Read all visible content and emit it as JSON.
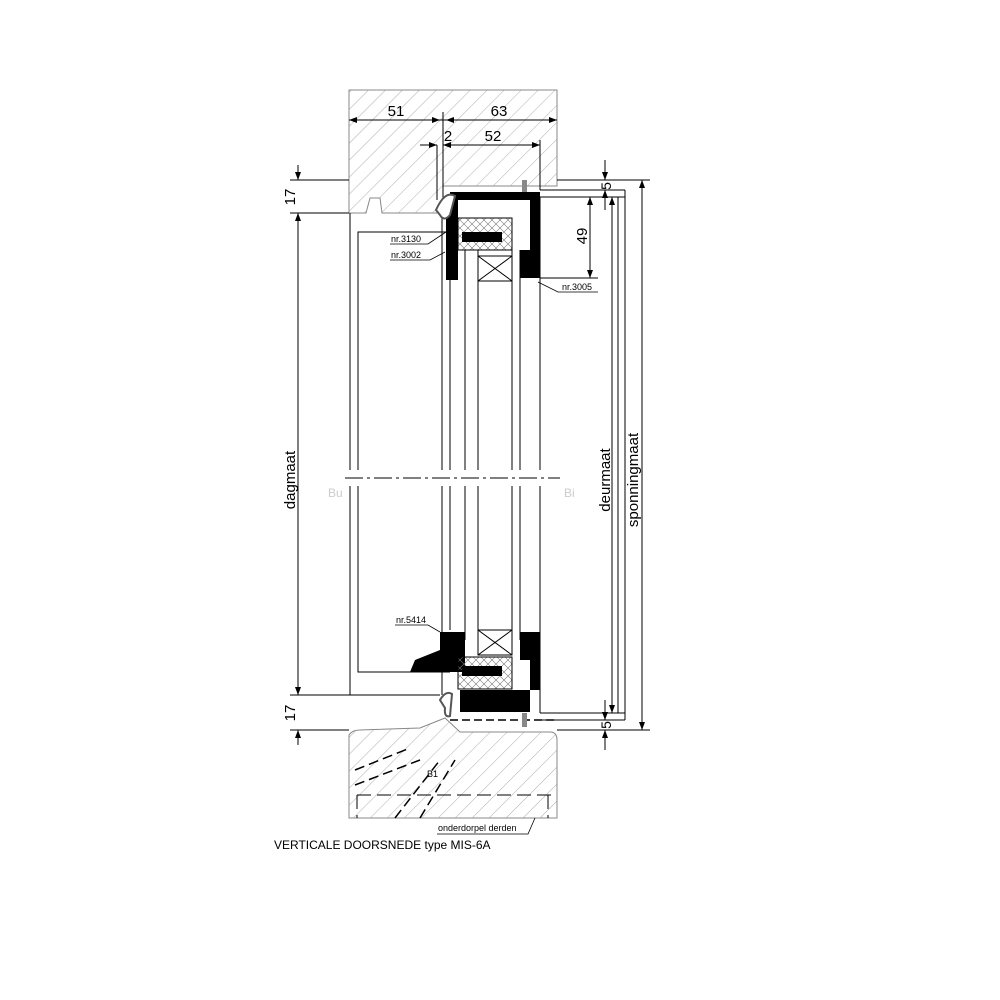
{
  "dimensions": {
    "top_left": "51",
    "top_right": "63",
    "gap": "2",
    "frame_width": "52",
    "right_top_gap": "5",
    "profile_height": "49",
    "left_top": "17",
    "left_bottom": "17",
    "right_bottom_gap": "5",
    "dagmaat": "dagmaat",
    "deurmaat": "deurmaat",
    "sponningmaat": "sponningmaat"
  },
  "labels": {
    "nr3130": "nr.3130",
    "nr3002": "nr.3002",
    "nr3005": "nr.3005",
    "nr5414": "nr.5414",
    "bu": "Bu",
    "bi": "Bi",
    "b1": "B1",
    "onderdorpel": "onderdorpel derden"
  },
  "title": "VERTICALE DOORSNEDE type  MIS-6A",
  "colors": {
    "line": "#000000",
    "hatch": "#888888",
    "faint": "#cccccc"
  }
}
